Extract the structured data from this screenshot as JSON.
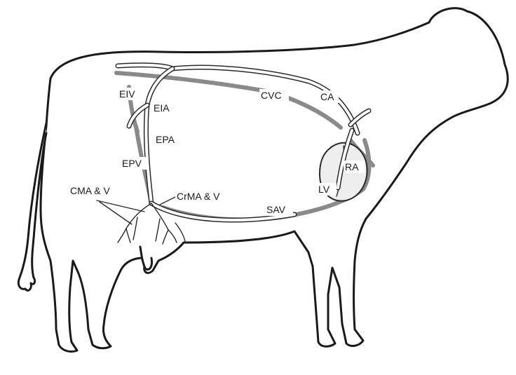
{
  "labels": {
    "eiv": "EIV",
    "eia": "EIA",
    "cvc": "CVC",
    "ca": "CA",
    "epa": "EPA",
    "epv": "EPV",
    "ra": "RA",
    "lv": "LV",
    "cma_v": "CMA & V",
    "crma_v": "CrMA & V",
    "sav": "SAV"
  },
  "colors": {
    "outline": "#1a1a1a",
    "vein": "#8a8a8a",
    "background": "#ffffff"
  }
}
